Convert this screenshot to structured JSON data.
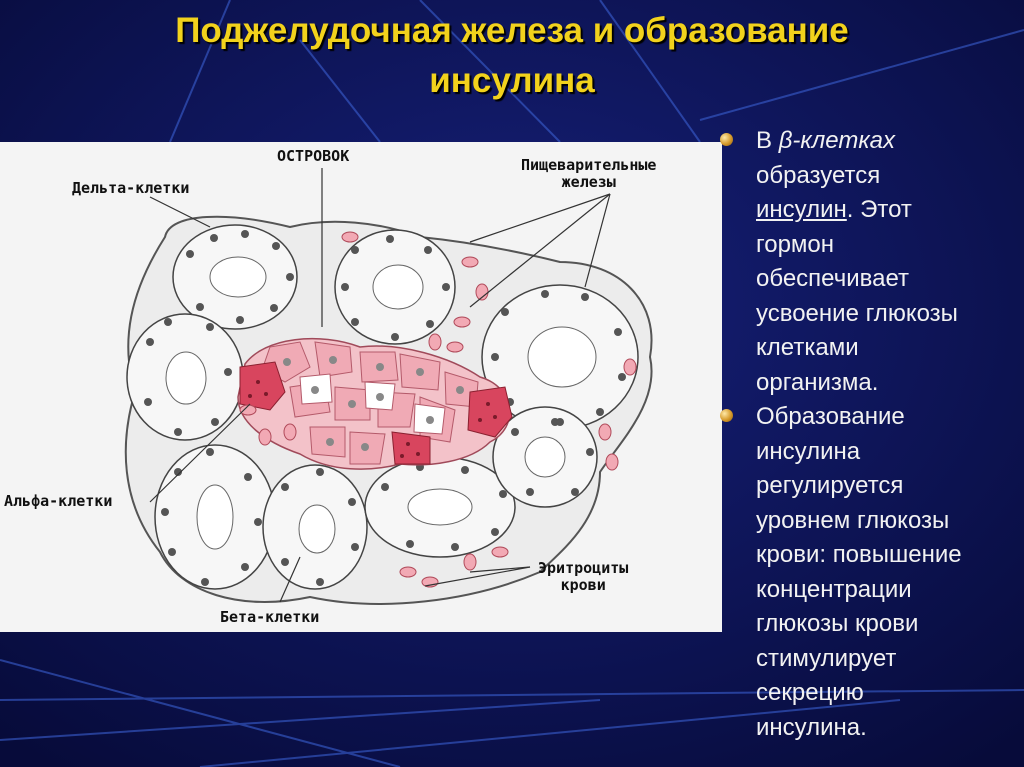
{
  "slide": {
    "title_line1": "Поджелудочная железа и образование",
    "title_line2": "инсулина"
  },
  "figure": {
    "labels": {
      "islet": "ОСТРОВОК",
      "digestive_line1": "Пищеварительные",
      "digestive_line2": "железы",
      "delta": "Дельта-клетки",
      "alpha": "Альфа-клетки",
      "erythro_line1": "Эритроциты",
      "erythro_line2": "крови",
      "beta": "Бета-клетки"
    }
  },
  "bullets": [
    {
      "lines": [
        "В ",
        "β-клетках",
        "образуется",
        "инсулин",
        ". Этот",
        "гормон",
        "обеспечивает",
        "усвоение глюкозы",
        "клетками",
        "организма."
      ]
    },
    {
      "lines": [
        "Образование",
        "инсулина",
        "регулируется",
        "уровнем глюкозы",
        "крови: повышение",
        "концентрации",
        "глюкозы крови",
        "стимулирует",
        "секрецию",
        "инсулина."
      ]
    }
  ],
  "colors": {
    "background": "#0c1250",
    "title": "#f2d21c",
    "text": "#f2f2f2",
    "islet_cells": "#f0b8c0",
    "alpha_cells": "#e0506a"
  }
}
